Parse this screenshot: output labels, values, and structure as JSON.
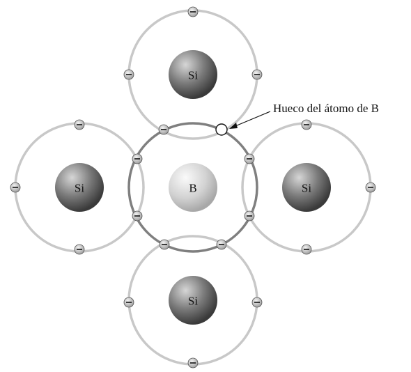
{
  "atoms": {
    "center": {
      "label": "B"
    },
    "top": {
      "label": "Si"
    },
    "left": {
      "label": "Si"
    },
    "right": {
      "label": "Si"
    },
    "bottom": {
      "label": "Si"
    }
  },
  "annotation": {
    "hole_label": "Hueco del átomo de B"
  },
  "colors": {
    "si_orbit": "#c8c8c8",
    "b_orbit": "#7f7f7f",
    "si_sphere_dark": "#3a3a3a",
    "si_sphere_light": "#bdbdbd",
    "b_sphere_dark": "#a8a8a8",
    "b_sphere_light": "#f2f2f2",
    "electron_fill": "#d9d9d9",
    "hole_fill": "#ffffff",
    "text": "#111111"
  }
}
